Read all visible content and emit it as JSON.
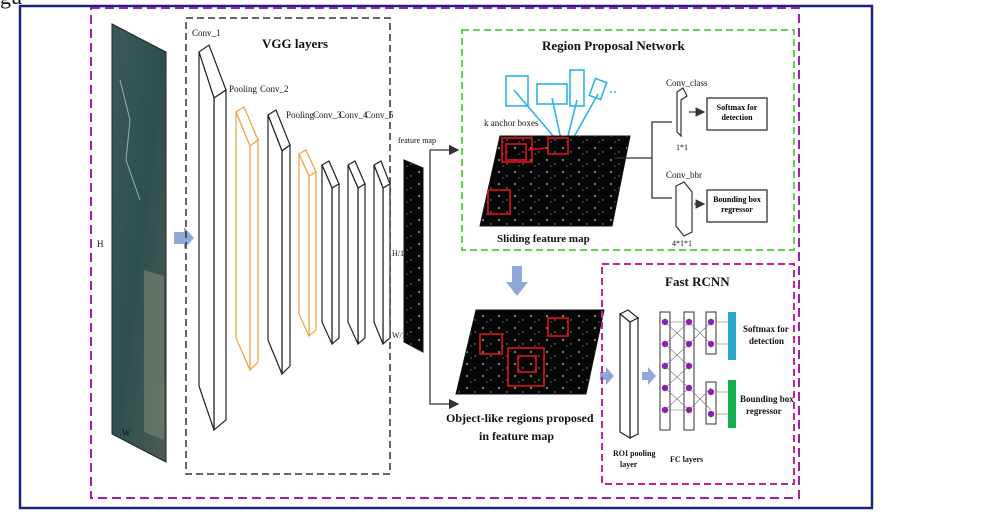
{
  "top_fragment": "gu",
  "input_image": {
    "height_label": "H",
    "width_label": "W"
  },
  "vgg": {
    "title": "VGG layers",
    "conv1": "Conv_1",
    "pool1": "Pooling",
    "conv2": "Conv_2",
    "pool2": "Pooling",
    "conv3": "Conv_3",
    "conv4": "Conv_4",
    "conv5": "Conv_5"
  },
  "feature_map": {
    "label": "feature map",
    "h_label": "H/16",
    "w_label": "W/16"
  },
  "rpn": {
    "title": "Region Proposal  Network",
    "anchor_label": "k anchor boxes",
    "map_label": "Sliding feature map",
    "conv_class": "Conv_class",
    "conv_class_kernel": "1*1",
    "softmax": "Softmax for detection",
    "conv_bbr": "Conv_bbr",
    "conv_bbr_kernel": "4*1*1",
    "bbox": "Bounding box regressor"
  },
  "proposed": {
    "line1": "Object-like regions proposed",
    "line2": "in feature map"
  },
  "fast_rcnn": {
    "title": "Fast RCNN",
    "roi_line1": "ROI pooling",
    "roi_line2": "layer",
    "fc_label": "FC layers",
    "softmax_line1": "Softmax for",
    "softmax_line2": "detection",
    "bbox_line1": "Bounding box",
    "bbox_line2": "regressor"
  },
  "colors": {
    "frame": "#1a2480",
    "outer_dash": "#a01fb0",
    "vgg_dash": "#333333",
    "rpn_dash": "#4ccf3a",
    "fast_dash": "#c81f9a",
    "pooling": "#f0a040",
    "anchor": "#29b6e8",
    "proposal": "#e0121b",
    "arrow": "#8fa8d8",
    "node": "#8a1fb0",
    "cls_bar": "#2aa6c8",
    "reg_bar": "#14b050"
  }
}
